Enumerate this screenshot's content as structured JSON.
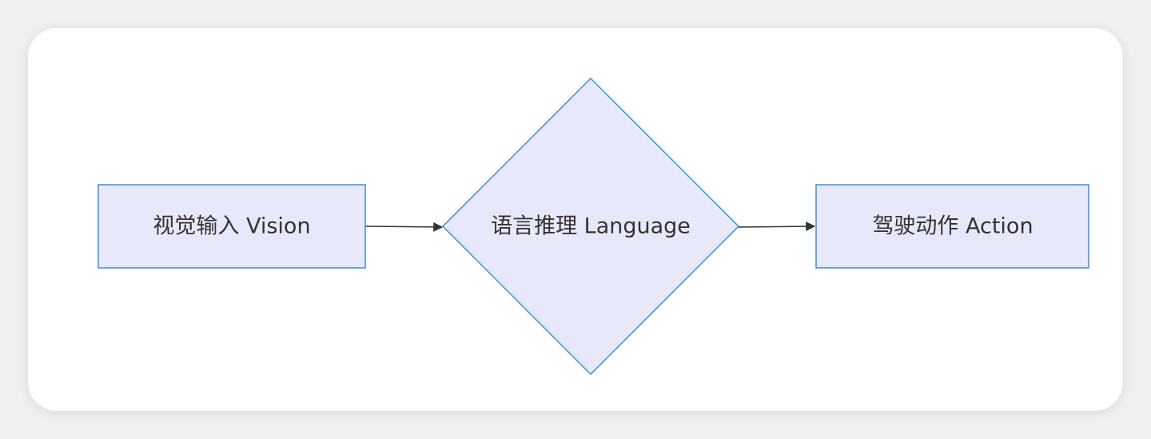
{
  "nodes": {
    "vision": {
      "label": "视觉输入 Vision"
    },
    "language": {
      "label": "语言推理 Language"
    },
    "action": {
      "label": "驾驶动作 Action"
    }
  },
  "colors": {
    "node_fill": "#e8e8fb",
    "node_stroke": "#3b8ee0",
    "edge": "#333333",
    "text": "#333333"
  }
}
